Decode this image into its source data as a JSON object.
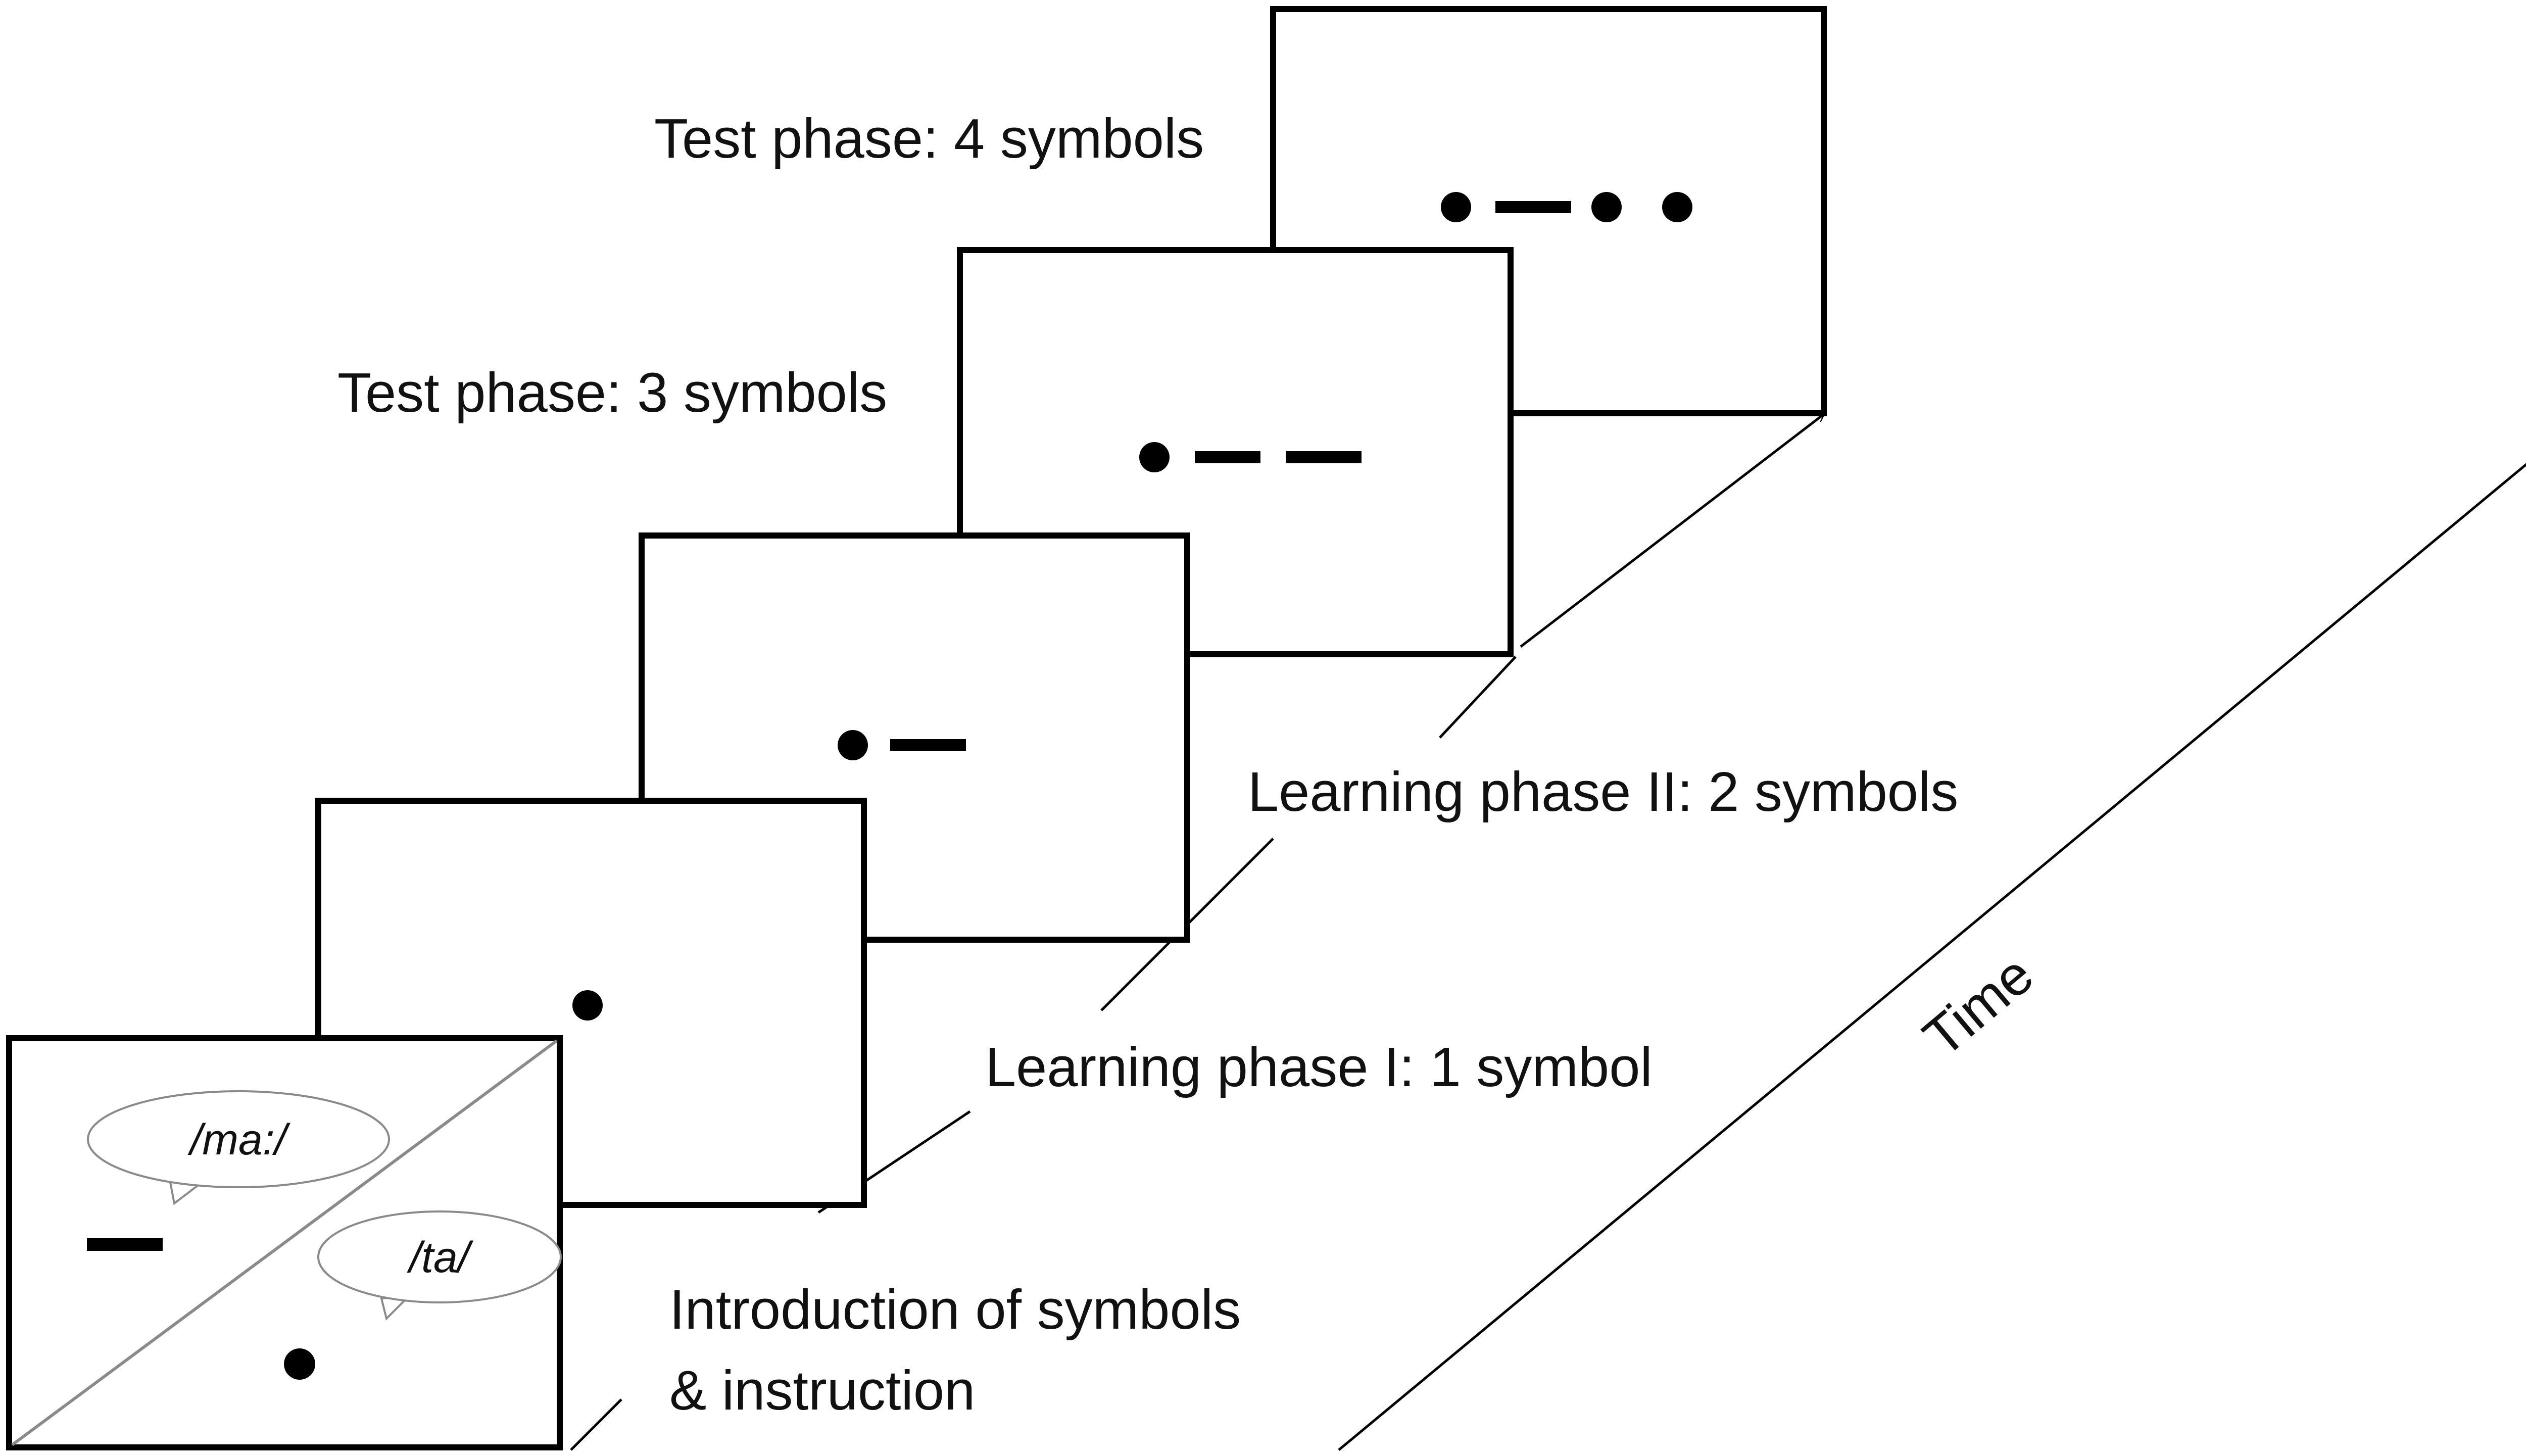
{
  "stages": [
    {
      "label_lines": [
        "Introduction of symbols",
        "& instruction"
      ],
      "symbols": [
        "dash",
        "dot"
      ],
      "phonemes": [
        "/ma:/",
        "/ta/"
      ]
    },
    {
      "label_lines": [
        "Learning phase I: 1 symbol"
      ],
      "symbols": [
        "dot"
      ]
    },
    {
      "label_lines": [
        "Learning phase II: 2 symbols"
      ],
      "symbols": [
        "dot",
        "dash"
      ]
    },
    {
      "label_lines": [
        "Test phase: 3 symbols"
      ],
      "symbols": [
        "dot",
        "dash",
        "dash"
      ]
    },
    {
      "label_lines": [
        "Test phase: 4 symbols"
      ],
      "symbols": [
        "dot",
        "dash",
        "dot",
        "dot"
      ]
    }
  ],
  "time_label": "Time",
  "colors": {
    "frame": "#000000",
    "divider": "#8a8a8a",
    "text": "#111111"
  }
}
